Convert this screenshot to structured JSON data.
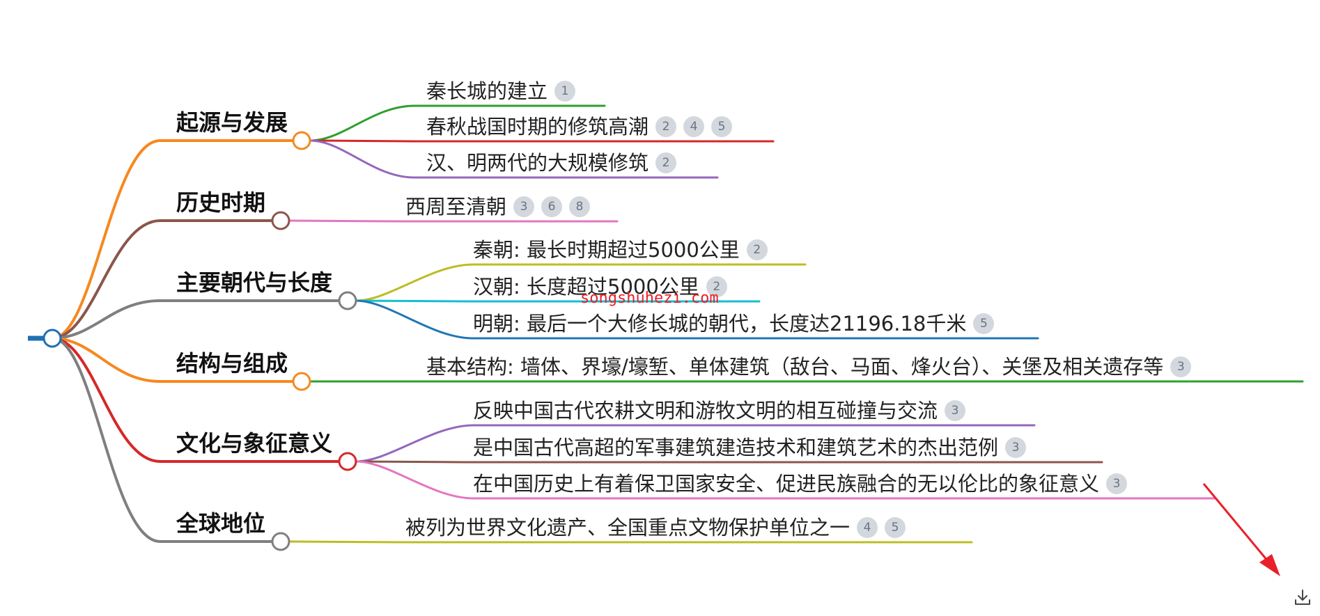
{
  "mindmap": {
    "branches": [
      {
        "label": "起源与发展",
        "color": "#f5891f",
        "leaves": [
          {
            "text": "秦长城的建立",
            "color": "#2ca02c",
            "cites": [
              "1"
            ]
          },
          {
            "text": "春秋战国时期的修筑高潮",
            "color": "#d62728",
            "cites": [
              "2",
              "4",
              "5"
            ]
          },
          {
            "text": "汉、明两代的大规模修筑",
            "color": "#9467bd",
            "cites": [
              "2"
            ]
          }
        ]
      },
      {
        "label": "历史时期",
        "color": "#8c564b",
        "leaves": [
          {
            "text": "西周至清朝",
            "color": "#e377c2",
            "cites": [
              "3",
              "6",
              "8"
            ]
          }
        ]
      },
      {
        "label": "主要朝代与长度",
        "color": "#7f7f7f",
        "leaves": [
          {
            "text": "秦朝: 最长时期超过5000公里",
            "color": "#bcbd22",
            "cites": [
              "2"
            ]
          },
          {
            "text": "汉朝: 长度超过5000公里",
            "color": "#17becf",
            "cites": [
              "2"
            ]
          },
          {
            "text": "明朝: 最后一个大修长城的朝代，长度达21196.18千米",
            "color": "#1f77b4",
            "cites": [
              "5"
            ]
          }
        ]
      },
      {
        "label": "结构与组成",
        "color": "#f5891f",
        "leaves": [
          {
            "text": "基本结构: 墙体、界壕/壕堑、单体建筑（敌台、马面、烽火台）、关堡及相关遗存等",
            "color": "#2ca02c",
            "cites": [
              "3"
            ]
          }
        ]
      },
      {
        "label": "文化与象征意义",
        "color": "#d62728",
        "leaves": [
          {
            "text": "反映中国古代农耕文明和游牧文明的相互碰撞与交流",
            "color": "#9467bd",
            "cites": [
              "3"
            ]
          },
          {
            "text": "是中国古代高超的军事建筑建造技术和建筑艺术的杰出范例",
            "color": "#8c564b",
            "cites": [
              "3"
            ]
          },
          {
            "text": "在中国历史上有着保卫国家安全、促进民族融合的无以伦比的象征意义",
            "color": "#e377c2",
            "cites": [
              "3"
            ]
          }
        ]
      },
      {
        "label": "全球地位",
        "color": "#7f7f7f",
        "leaves": [
          {
            "text": "被列为世界文化遗产、全国重点文物保护单位之一",
            "color": "#bcbd22",
            "cites": [
              "4",
              "5"
            ]
          }
        ]
      }
    ]
  },
  "watermark": "songshuhezi.com",
  "root_color": "#1f6fb4",
  "annotation_color": "#e8202a",
  "download_icon": "download-icon"
}
